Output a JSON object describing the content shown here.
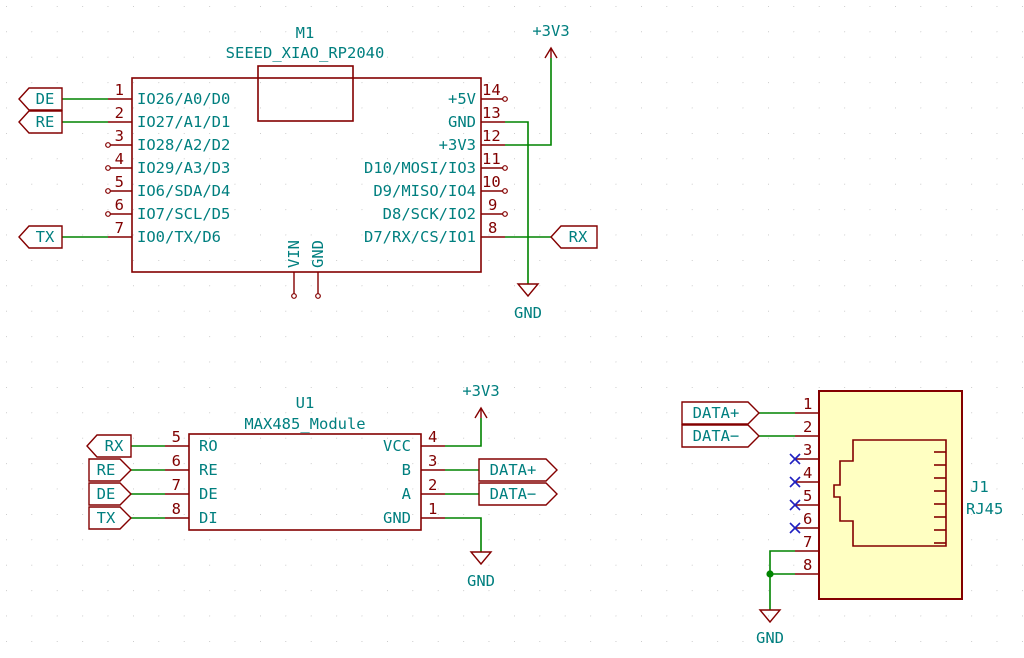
{
  "m1": {
    "ref": "M1",
    "value": "SEEED_XIAO_RP2040",
    "left_pins": [
      {
        "num": "1",
        "name": "IO26/A0/D0"
      },
      {
        "num": "2",
        "name": "IO27/A1/D1"
      },
      {
        "num": "3",
        "name": "IO28/A2/D2"
      },
      {
        "num": "4",
        "name": "IO29/A3/D3"
      },
      {
        "num": "5",
        "name": "IO6/SDA/D4"
      },
      {
        "num": "6",
        "name": "IO7/SCL/D5"
      },
      {
        "num": "7",
        "name": "IO0/TX/D6"
      }
    ],
    "right_pins": [
      {
        "num": "14",
        "name": "+5V"
      },
      {
        "num": "13",
        "name": "GND"
      },
      {
        "num": "12",
        "name": "+3V3"
      },
      {
        "num": "11",
        "name": "D10/MOSI/IO3"
      },
      {
        "num": "10",
        "name": "D9/MISO/IO4"
      },
      {
        "num": "9",
        "name": "D8/SCK/IO2"
      },
      {
        "num": "8",
        "name": "D7/RX/CS/IO1"
      }
    ],
    "bottom_pins": [
      "VIN",
      "GND"
    ],
    "labels": {
      "de": "DE",
      "re": "RE",
      "tx": "TX",
      "rx": "RX"
    },
    "power": {
      "v33": "+3V3",
      "gnd": "GND"
    }
  },
  "u1": {
    "ref": "U1",
    "value": "MAX485_Module",
    "left_pins": [
      {
        "num": "5",
        "name": "RO"
      },
      {
        "num": "6",
        "name": "RE"
      },
      {
        "num": "7",
        "name": "DE"
      },
      {
        "num": "8",
        "name": "DI"
      }
    ],
    "right_pins": [
      {
        "num": "4",
        "name": "VCC"
      },
      {
        "num": "3",
        "name": "B"
      },
      {
        "num": "2",
        "name": "A"
      },
      {
        "num": "1",
        "name": "GND"
      }
    ],
    "labels": {
      "rx": "RX",
      "re": "RE",
      "de": "DE",
      "tx": "TX",
      "data_plus": "DATA+",
      "data_minus": "DATA−"
    },
    "power": {
      "v33": "+3V3",
      "gnd": "GND"
    }
  },
  "j1": {
    "ref": "J1",
    "value": "RJ45",
    "pins": [
      "1",
      "2",
      "3",
      "4",
      "5",
      "6",
      "7",
      "8"
    ],
    "labels": {
      "data_plus": "DATA+",
      "data_minus": "DATA−"
    },
    "power": {
      "gnd": "GND"
    }
  },
  "colors": {
    "body": "#840000",
    "pin_number": "#800000",
    "text": "#007f7f",
    "wire": "#008400",
    "no_connect": "#2020c0",
    "connector_fill": "#ffffc2"
  }
}
